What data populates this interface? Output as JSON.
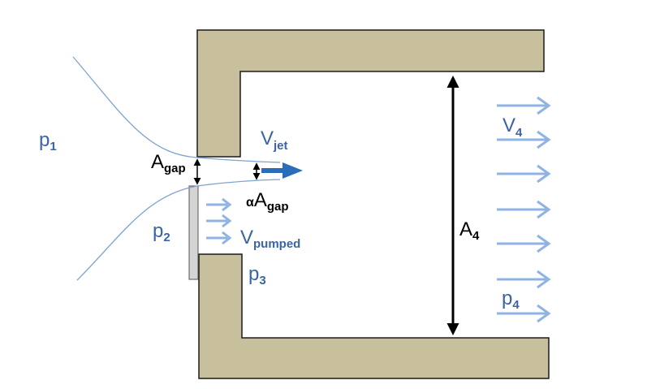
{
  "labels": {
    "p1": {
      "main": "p",
      "sub": "1"
    },
    "p2": {
      "main": "p",
      "sub": "2"
    },
    "p3": {
      "main": "p",
      "sub": "3"
    },
    "p4": {
      "main": "p",
      "sub": "4"
    },
    "a_gap": {
      "main": "A",
      "sub": "gap"
    },
    "alpha_a_gap": {
      "prefix": "α",
      "main": "A",
      "sub": "gap"
    },
    "v_jet": {
      "main": "V",
      "sub": "jet"
    },
    "v_pumped": {
      "main": "V",
      "sub": "pumped"
    },
    "v4": {
      "main": "V",
      "sub": "4"
    },
    "a4": {
      "main": "A",
      "sub": "4"
    }
  },
  "colors": {
    "wall_fill": "#c8bf9c",
    "wall_stroke": "#1a1a1a",
    "streamline": "#7ea3cf",
    "jet_arrow": "#2a6db8",
    "flow_arrow": "#8fb3e2",
    "label_blue": "#3a64a4",
    "nozzle_fill": "#d4d4d4"
  }
}
